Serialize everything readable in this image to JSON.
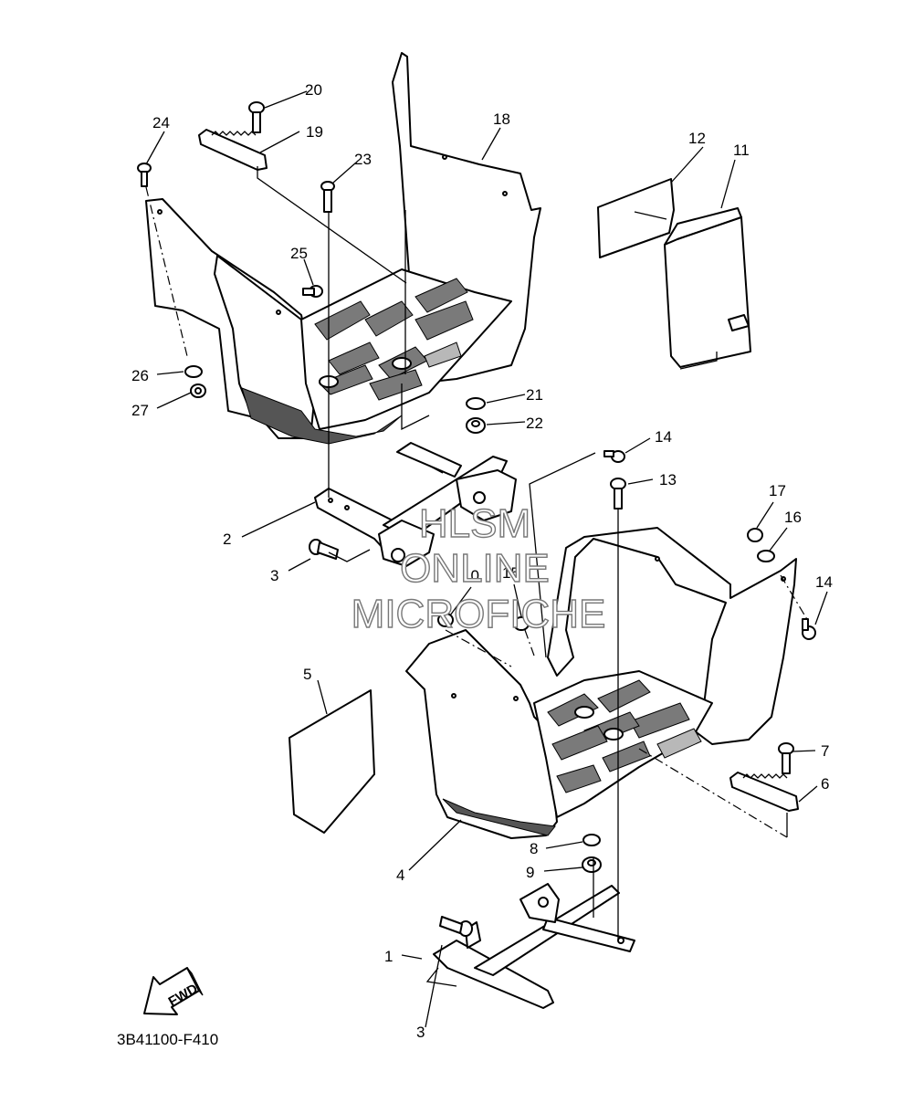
{
  "diagram": {
    "callout_labels": {
      "c1": "1",
      "c2": "2",
      "c3a": "3",
      "c3b": "3",
      "c4": "4",
      "c5": "5",
      "c6": "6",
      "c7": "7",
      "c8": "8",
      "c9": "9",
      "c10": "10",
      "c11": "11",
      "c12": "12",
      "c13": "13",
      "c14a": "14",
      "c14b": "14",
      "c15": "15",
      "c16": "16",
      "c17": "17",
      "c18": "18",
      "c19": "19",
      "c20": "20",
      "c21": "21",
      "c22": "22",
      "c23": "23",
      "c24": "24",
      "c25": "25",
      "c26": "26",
      "c27": "27"
    },
    "watermark": {
      "line1": "HLSM",
      "line2": "ONLINE",
      "line3": "MICROFICHE"
    },
    "forward_label": "FWD",
    "drawing_code": "3B41100-F410",
    "colors": {
      "line": "#000000",
      "mesh": "#7a7a7a",
      "background": "#ffffff",
      "watermark_outline": "#777777"
    }
  }
}
